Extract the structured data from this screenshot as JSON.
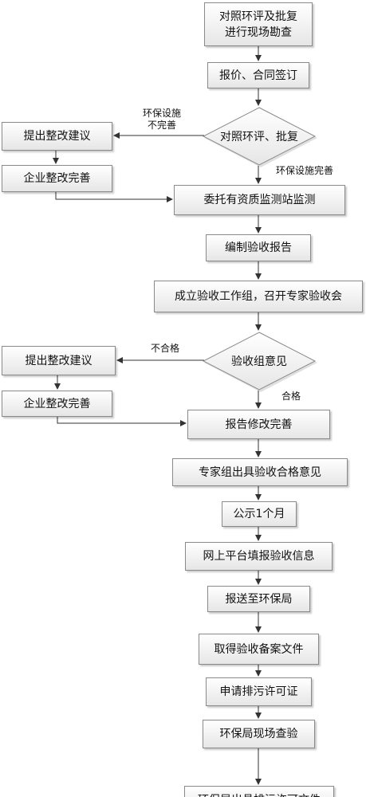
{
  "colors": {
    "box_fill_top": "#ffffff",
    "box_fill_bottom": "#e6e6e6",
    "border": "#8a8a8a",
    "line": "#333333"
  },
  "nodes": {
    "n1": "对照环评及批复\n进行现场勘查",
    "n2": "报价、合同签订",
    "d1": "对照环评、批复",
    "s1": "提出整改建议",
    "s2": "企业整改完善",
    "n3": "委托有资质监测站监测",
    "n4": "编制验收报告",
    "n5": "成立验收工作组，召开专家验收会",
    "d2": "验收组意见",
    "s3": "提出整改建议",
    "s4": "企业整改完善",
    "n6": "报告修改完善",
    "n7": "专家组出具验收合格意见",
    "n8": "公示1个月",
    "n9": "网上平台填报验收信息",
    "n10": "报送至环保局",
    "n11": "取得验收备案文件",
    "n12": "申请排污许可证",
    "n13": "环保局现场查验",
    "n14": "环保局出具排污许可文件"
  },
  "labels": {
    "d1_no": "环保设施\n不完善",
    "d1_yes": "环保设施完善",
    "d2_no": "不合格",
    "d2_yes": "合格"
  }
}
